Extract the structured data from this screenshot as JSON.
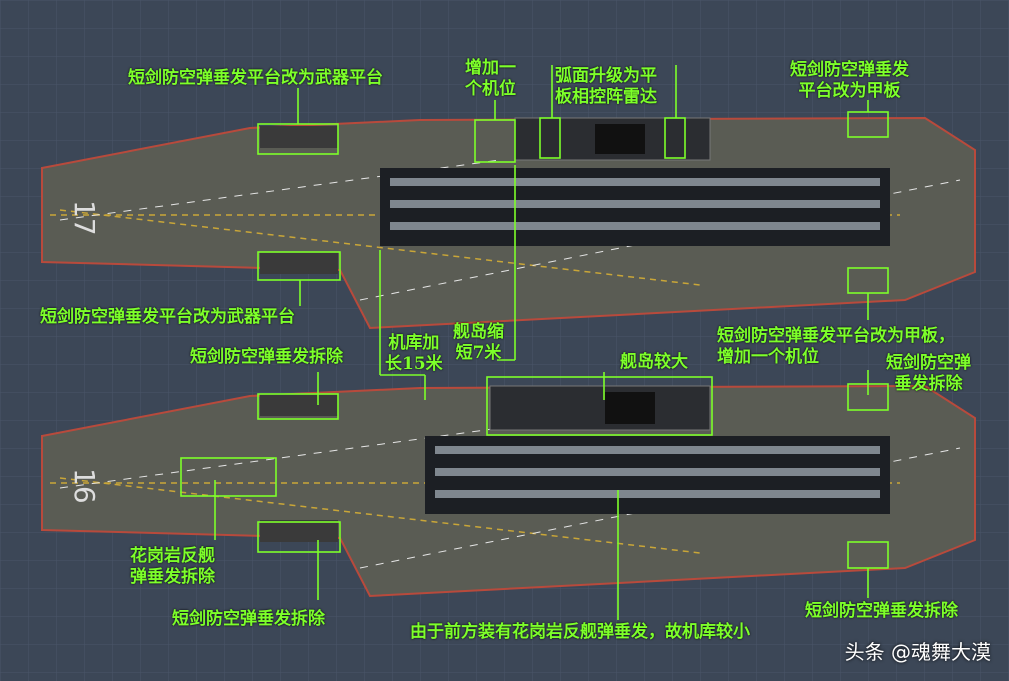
{
  "ships": [
    {
      "hull_number": "17"
    },
    {
      "hull_number": "16"
    }
  ],
  "annotations": {
    "top_bow_upper": "短剑防空弹垂发平台改为武器平台",
    "add_spot": [
      "增加一",
      "个机位"
    ],
    "radar": [
      "弧面升级为平",
      "板相控阵雷达"
    ],
    "top_stern_upper": [
      "短剑防空弹垂发",
      "平台改为甲板"
    ],
    "top_bow_lower": "短剑防空弹垂发平台改为武器平台",
    "hangar_longer": [
      "机库加",
      "长15米"
    ],
    "island_shorter": [
      "舰岛缩",
      "短7米"
    ],
    "top_stern_lower": [
      "短剑防空弹垂发平台改为甲板，",
      "增加一个机位"
    ],
    "bottom_bow_upper": "短剑防空弹垂发拆除",
    "island_larger": "舰岛较大",
    "bottom_stern_upper": [
      "短剑防空弹",
      "垂发拆除"
    ],
    "granit_removed": [
      "花岗岩反舰",
      "弹垂发拆除"
    ],
    "bottom_bow_lower": "短剑防空弹垂发拆除",
    "hangar_smaller": "由于前方装有花岗岩反舰弹垂发，故机库较小",
    "bottom_stern_lower": "短剑防空弹垂发拆除"
  },
  "watermark": "头条 @魂舞大漠",
  "colors": {
    "annotation": "#7dff2a",
    "deck": "#56584f",
    "hangar": "#1c1f24",
    "background": "#3c4757"
  }
}
